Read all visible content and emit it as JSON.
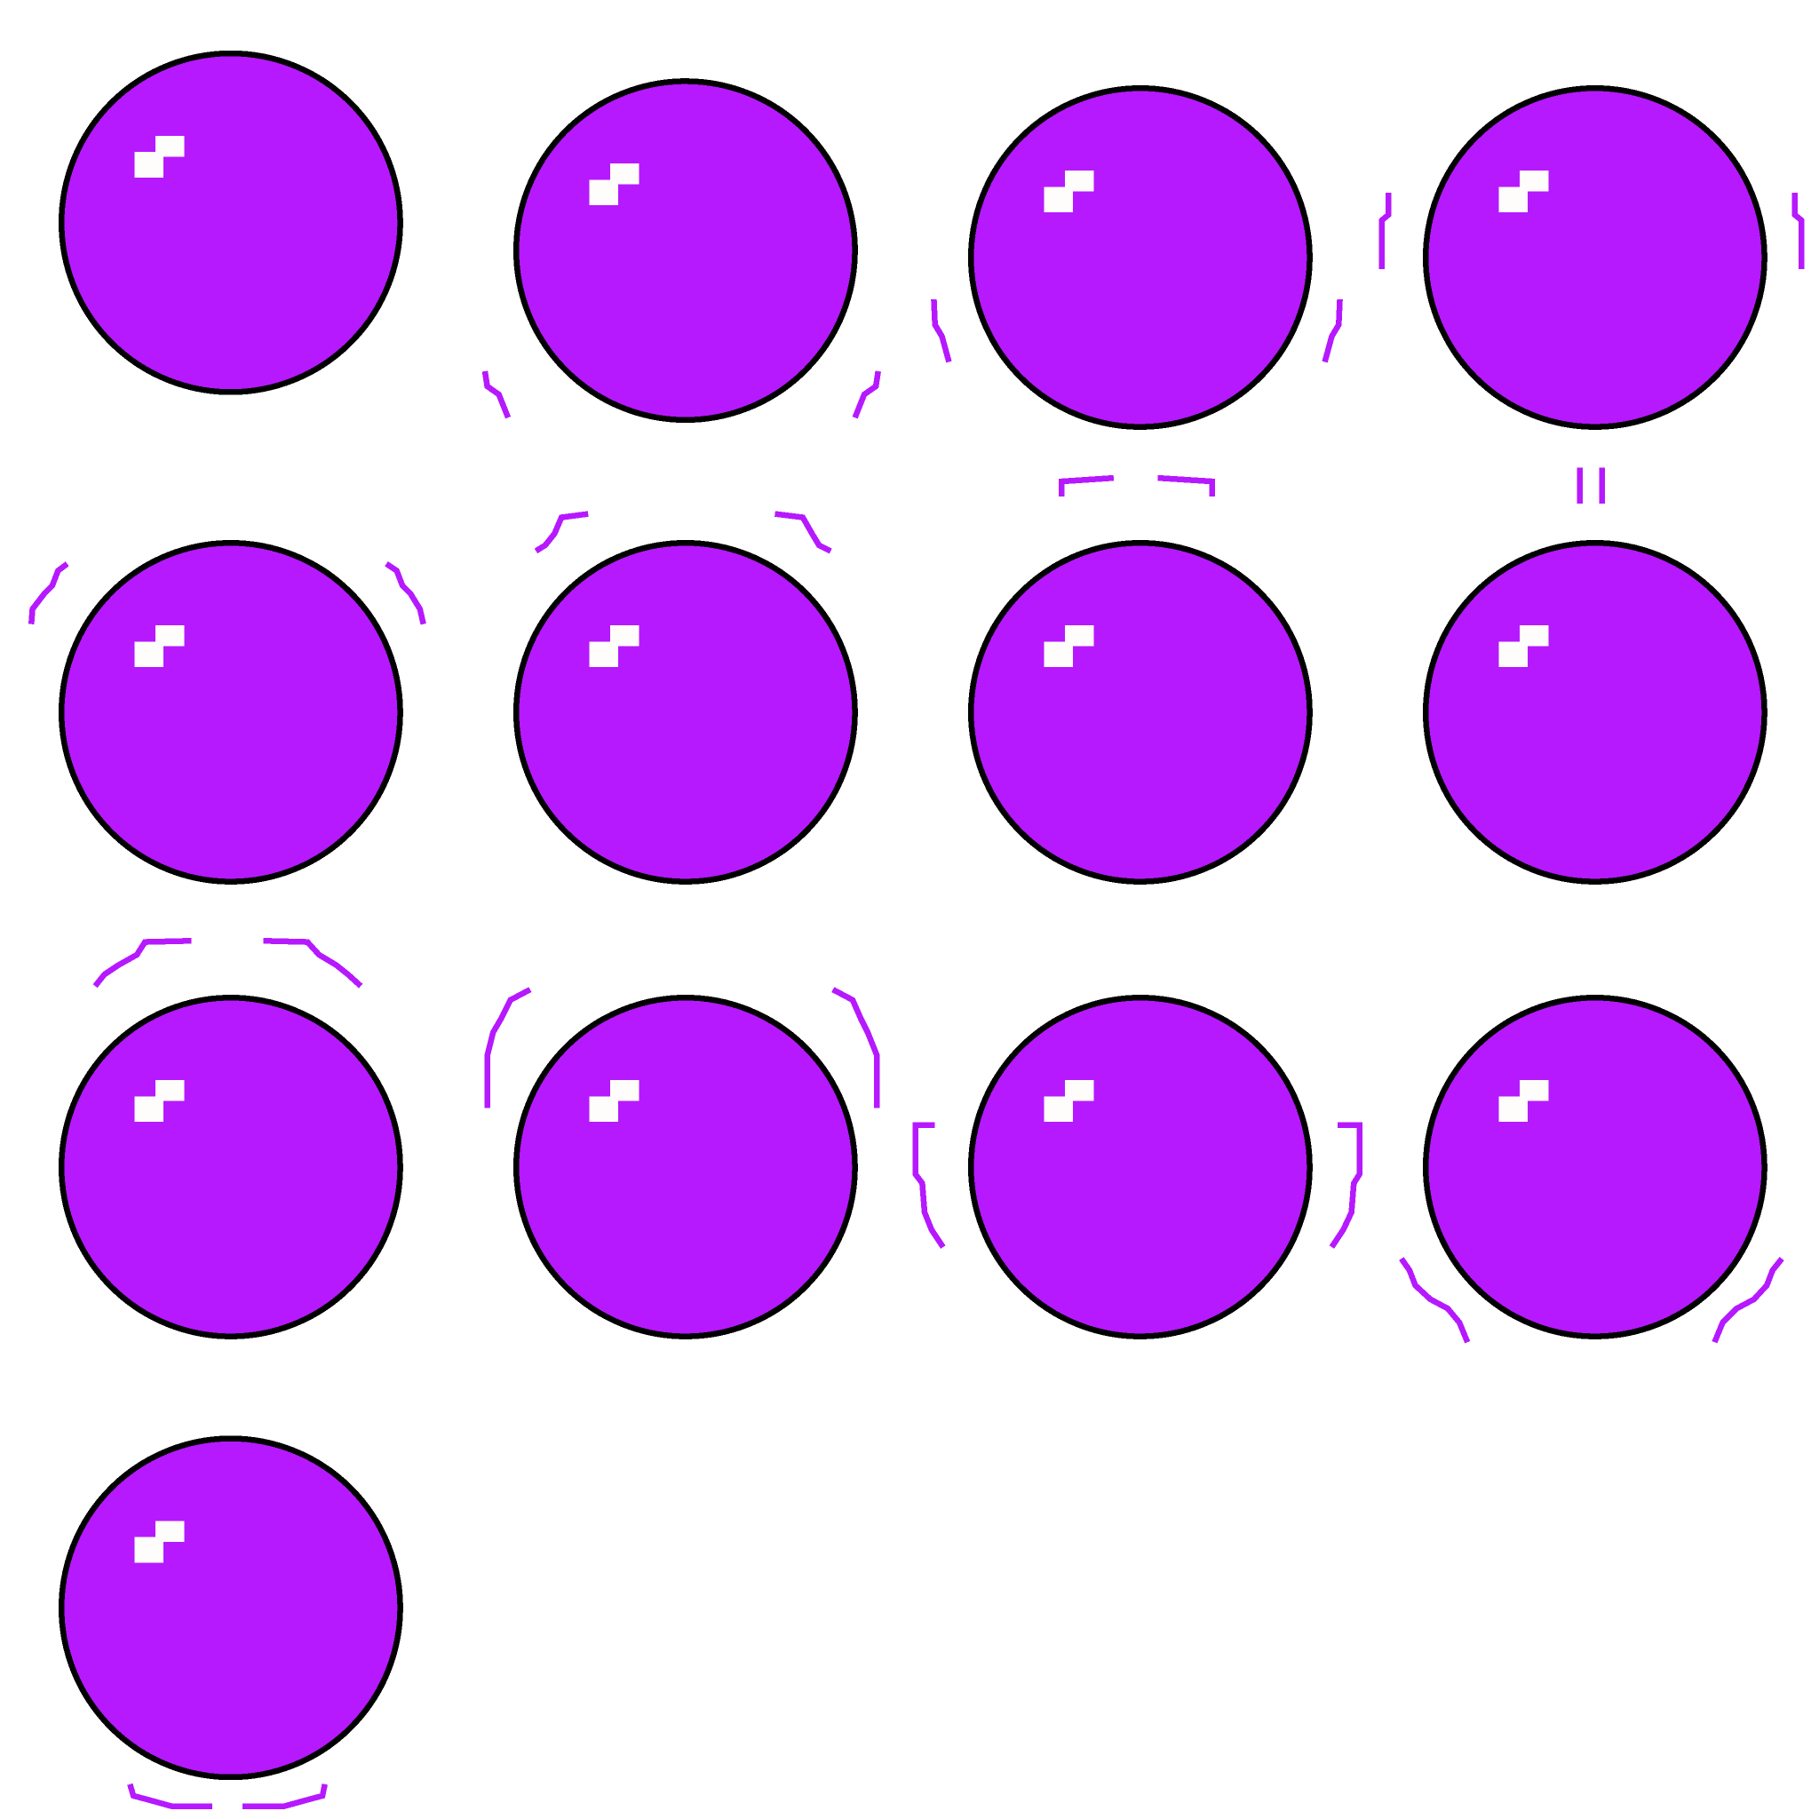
{
  "sprite_sheet": {
    "frame_count": 13,
    "grid": {
      "columns": 4,
      "rows": 4
    },
    "colors": {
      "background": "#ffffff",
      "ball_fill": "#b619fe",
      "ball_outline": "#000000",
      "highlight": "#fefdfc",
      "motion_lines": "#b619fe"
    }
  }
}
